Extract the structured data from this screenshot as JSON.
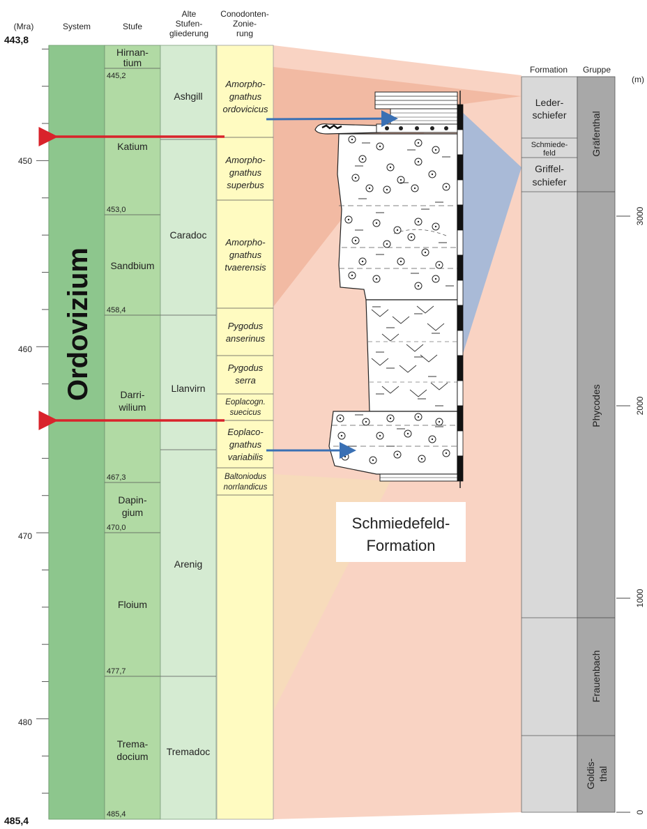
{
  "headers": {
    "mra": "(Mra)",
    "system": "System",
    "stufe": "Stufe",
    "alte": [
      "Alte",
      "Stufen-",
      "gliederung"
    ],
    "conodonten": [
      "Conodonten-",
      "Zonie-",
      "rung"
    ],
    "formation": "Formation",
    "gruppe": "Gruppe",
    "meters": "(m)"
  },
  "time_axis": {
    "top_label": "443,8",
    "bottom_label": "485,4",
    "major_labels": [
      "450",
      "460",
      "470",
      "480"
    ]
  },
  "system": {
    "name": "Ordovizium",
    "color": "#8dc68d"
  },
  "stufen": [
    {
      "name": [
        "Hirnan-",
        "tium"
      ],
      "top_age": "",
      "bottom_age": "445,2"
    },
    {
      "name": [
        "Katium"
      ],
      "bottom_age": "453,0"
    },
    {
      "name": [
        "Sandbium"
      ],
      "bottom_age": "458,4"
    },
    {
      "name": [
        "Darri-",
        "wilium"
      ],
      "bottom_age": "467,3"
    },
    {
      "name": [
        "Dapin-",
        "gium"
      ],
      "bottom_age": "470,0"
    },
    {
      "name": [
        "Floium"
      ],
      "bottom_age": "477,7"
    },
    {
      "name": [
        "Trema-",
        "docium"
      ],
      "bottom_age": "485,4"
    }
  ],
  "alte_stufen": [
    {
      "name": [
        "Ashgill"
      ]
    },
    {
      "name": [
        "Caradoc"
      ]
    },
    {
      "name": [
        "Llanvirn"
      ]
    },
    {
      "name": [
        "Arenig"
      ]
    },
    {
      "name": [
        "Tremadoc"
      ]
    }
  ],
  "conodont_zones": [
    {
      "name": [
        "Amorpho-",
        "gnathus",
        "ordovicicus"
      ]
    },
    {
      "name": [
        "Amorpho-",
        "gnathus",
        "superbus"
      ]
    },
    {
      "name": [
        "Amorpho-",
        "gnathus",
        "tvaerensis"
      ]
    },
    {
      "name": [
        "Pygodus",
        "anserinus"
      ]
    },
    {
      "name": [
        "Pygodus",
        "serra"
      ]
    },
    {
      "name": [
        "Eoplacogn.",
        "suecicus"
      ]
    },
    {
      "name": [
        "Eoplaco-",
        "gnathus",
        "variabilis"
      ]
    },
    {
      "name": [
        "Baltoniodus",
        "norrlandicus"
      ]
    }
  ],
  "formations": [
    {
      "name": [
        "Leder-",
        "schiefer"
      ]
    },
    {
      "name": [
        "Schmiede-",
        "feld"
      ]
    },
    {
      "name": [
        "Griffel-",
        "schiefer"
      ]
    },
    {
      "name": [
        ""
      ]
    },
    {
      "name": [
        ""
      ]
    },
    {
      "name": [
        ""
      ]
    }
  ],
  "gruppen": [
    {
      "name": "Gräfenthal"
    },
    {
      "name": "Phycodes"
    },
    {
      "name": "Frauenbach"
    },
    {
      "name": [
        "Goldis-",
        "thal"
      ]
    }
  ],
  "meter_axis": {
    "labels": [
      "3000",
      "2000",
      "1000",
      "0"
    ]
  },
  "callout": {
    "lines": [
      "Schmiedefeld-",
      "Formation"
    ]
  },
  "colors": {
    "system": "#8dc68d",
    "stufe": "#b1daa4",
    "alte": "#d5ebd2",
    "conodont": "#fffbc1",
    "formation": "#d9d9d9",
    "gruppe": "#a8a8a8",
    "salmon": "#f8cbb8",
    "salmon_dark": "#eca688",
    "peach": "#f6dcba",
    "blue": "#a4b8d8",
    "red_arrow": "#d9232b",
    "blue_arrow": "#3a70b4"
  }
}
